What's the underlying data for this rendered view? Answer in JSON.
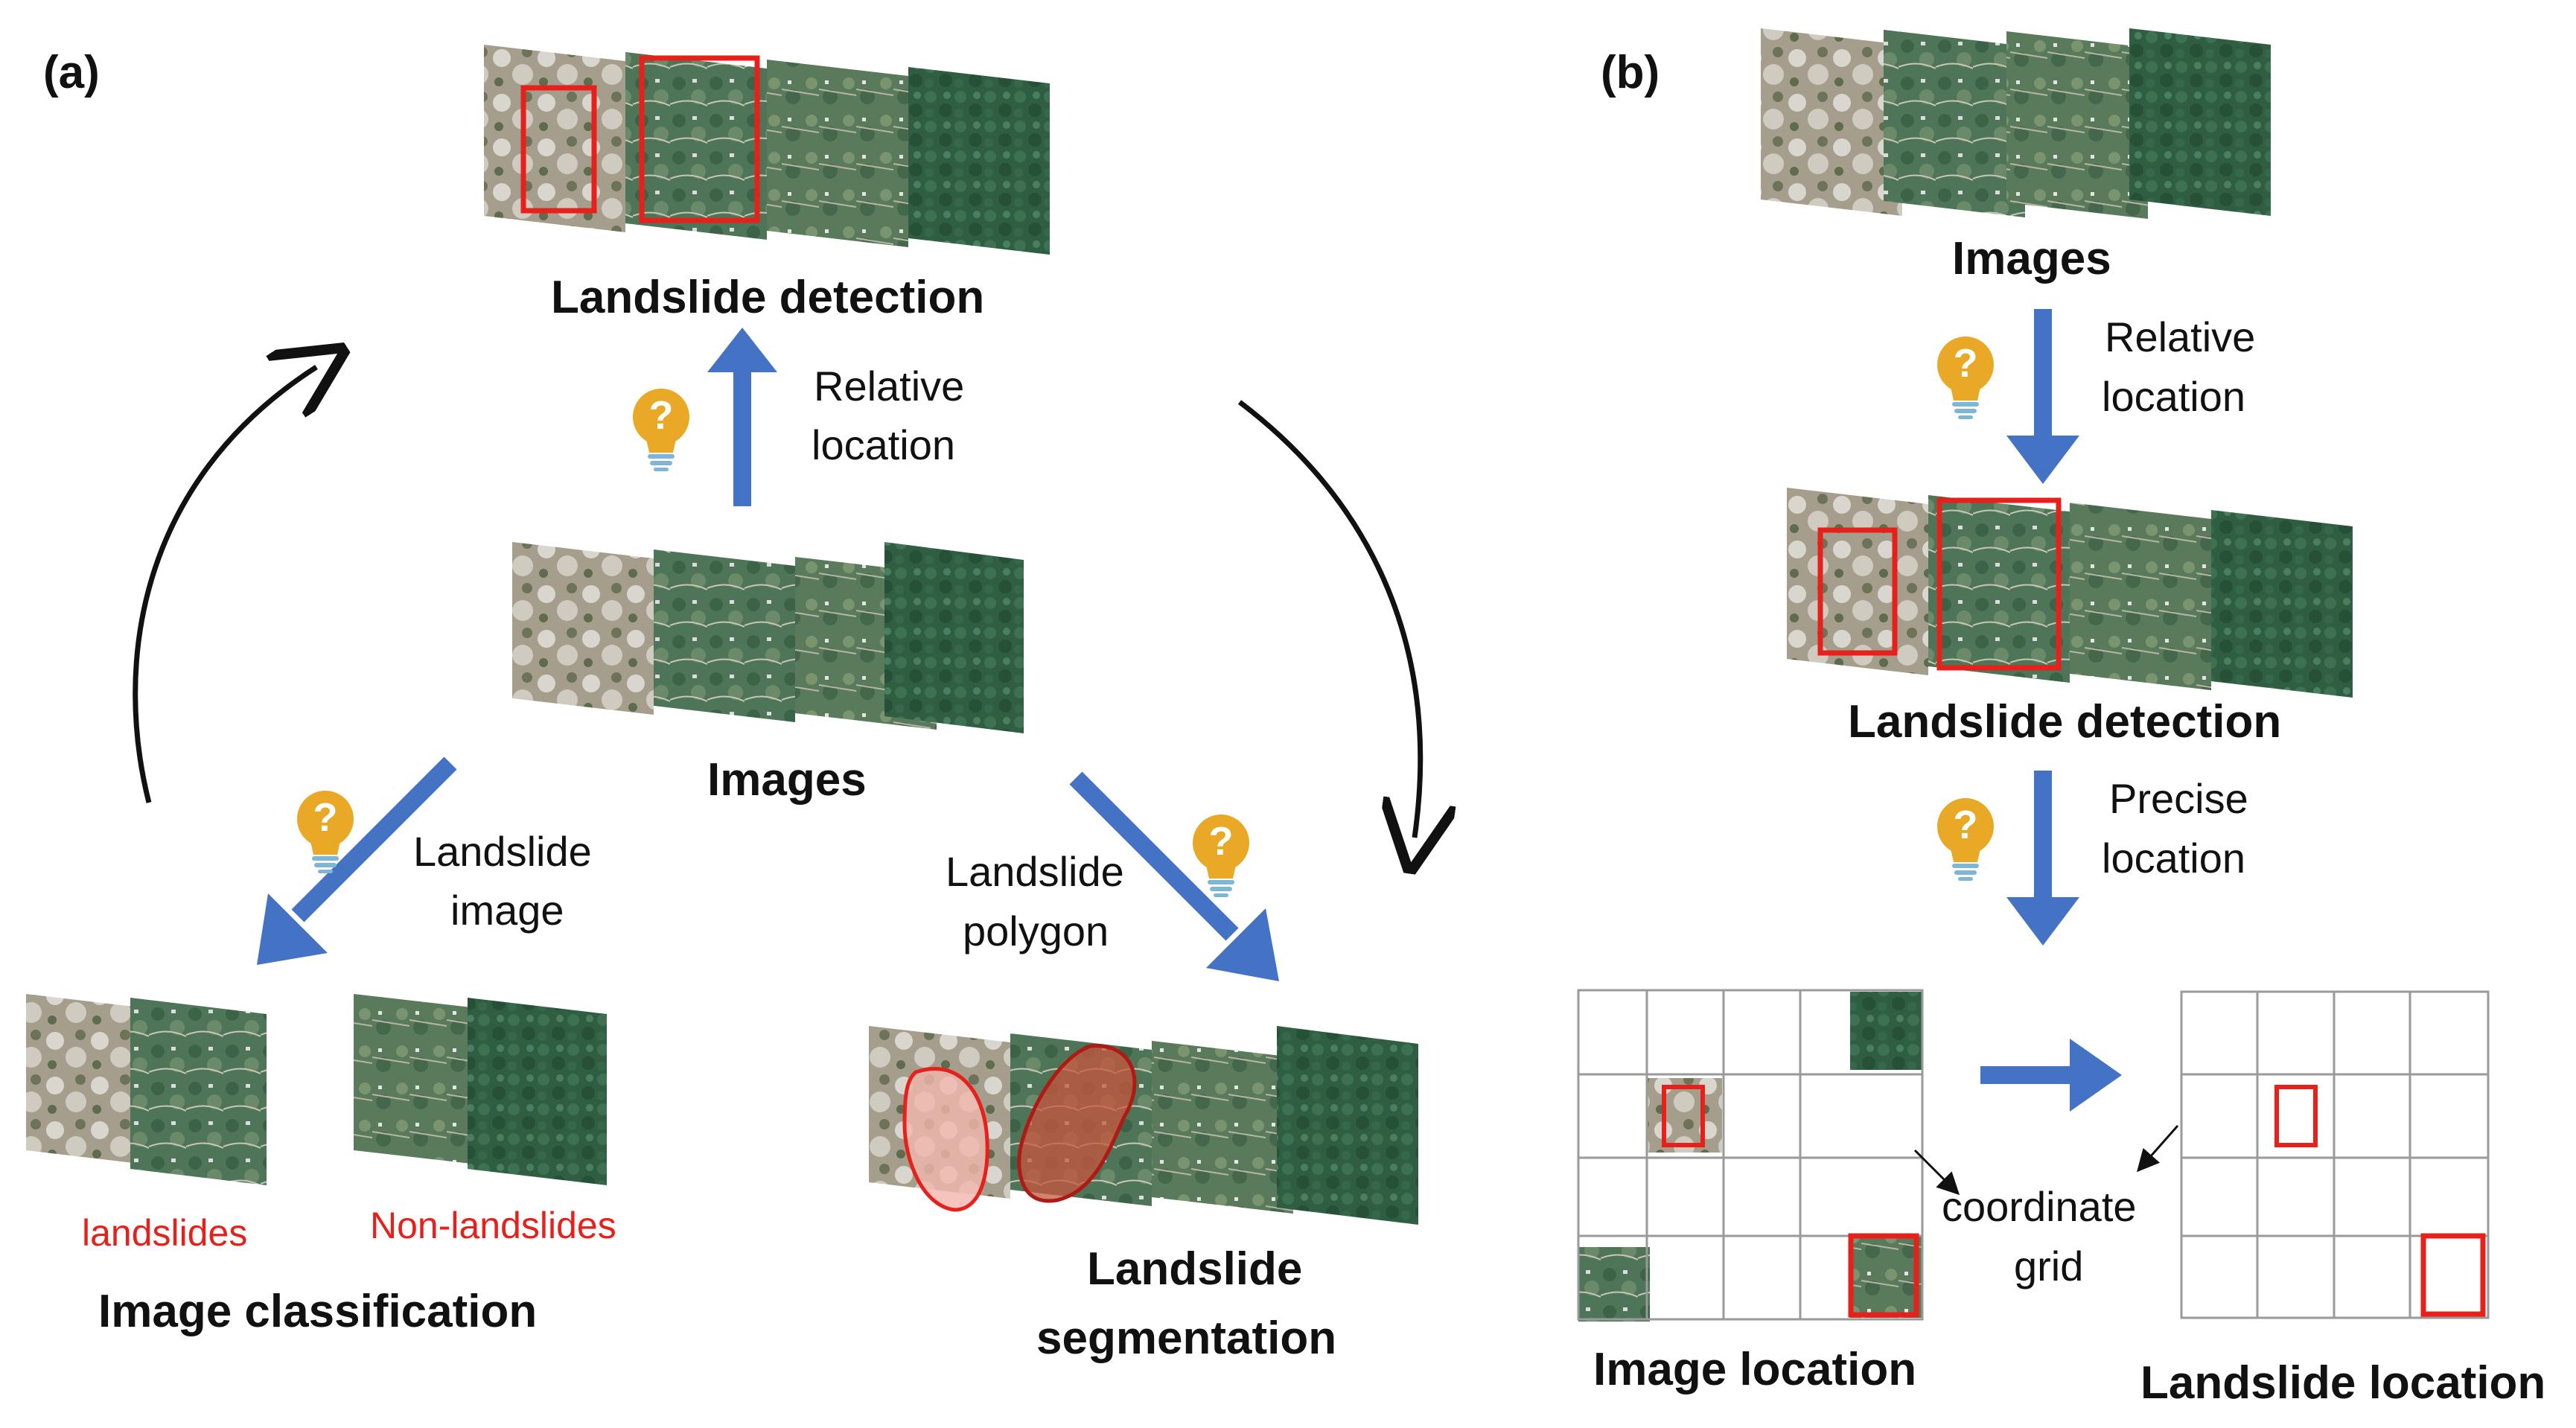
{
  "panel_a": {
    "letter": "(a)",
    "center_label": "Images",
    "detection_title": "Landslide detection",
    "up_label_1": "Relative",
    "up_label_2": "location",
    "left_label_1": "Landslide",
    "left_label_2": "image",
    "right_label_1": "Landslide",
    "right_label_2": "polygon",
    "class_landslides": "landslides",
    "class_non_landslides": "Non-landslides",
    "classification_title": "Image classification",
    "segmentation_title_1": "Landslide",
    "segmentation_title_2": "segmentation"
  },
  "panel_b": {
    "letter": "(b)",
    "images_title": "Images",
    "step1_label_1": "Relative",
    "step1_label_2": "location",
    "detection_title": "Landslide detection",
    "step2_label_1": "Precise",
    "step2_label_2": "location",
    "grid_label_1": "coordinate",
    "grid_label_2": "grid",
    "image_location_title": "Image location",
    "landslide_location_title": "Landslide location"
  },
  "colors": {
    "arrow_blue": "#4472c4",
    "box_red": "#e8201c",
    "bulb_gold": "#e9a825",
    "forest_green": "#2f5e43"
  }
}
